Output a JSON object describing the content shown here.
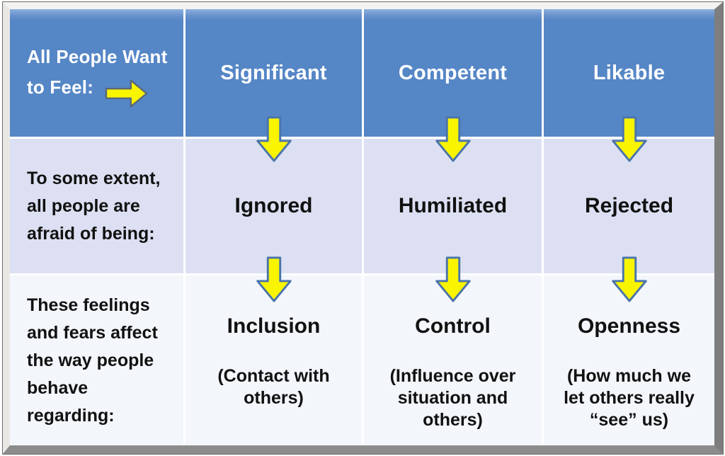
{
  "table": {
    "corner": {
      "line1": "All People Want",
      "line2": "to Feel:"
    },
    "header_columns": [
      "Significant",
      "Competent",
      "Likable"
    ],
    "rows": [
      {
        "label": "To some extent,\nall people are\nafraid of being:",
        "cells": [
          {
            "title": "Ignored"
          },
          {
            "title": "Humiliated"
          },
          {
            "title": "Rejected"
          }
        ]
      },
      {
        "label": "These feelings\nand fears affect\nthe way people\nbehave\nregarding:",
        "cells": [
          {
            "title": "Inclusion",
            "subtitle": "(Contact with\nothers)"
          },
          {
            "title": "Control",
            "subtitle": "(Influence over\nsituation and\nothers)"
          },
          {
            "title": "Openness",
            "subtitle": "(How much we\nlet others really\n“see” us)"
          }
        ]
      }
    ],
    "icons": {
      "right_arrow": "right-arrow-icon",
      "down_arrow": "down-arrow-icon"
    },
    "colors": {
      "header_blue": "#5586C6",
      "header_highlight": "#8FAFDE",
      "row2_bg": "#DCE0F2",
      "row3_bg": "#F3F6FB",
      "arrow_yellow": "#F9F400",
      "down_arrow_outline": "#4A74AB",
      "right_arrow_outline": "#5A6878",
      "separator": "#FFFFFF",
      "header_text": "#FFFFFF",
      "body_text": "#111111"
    }
  }
}
